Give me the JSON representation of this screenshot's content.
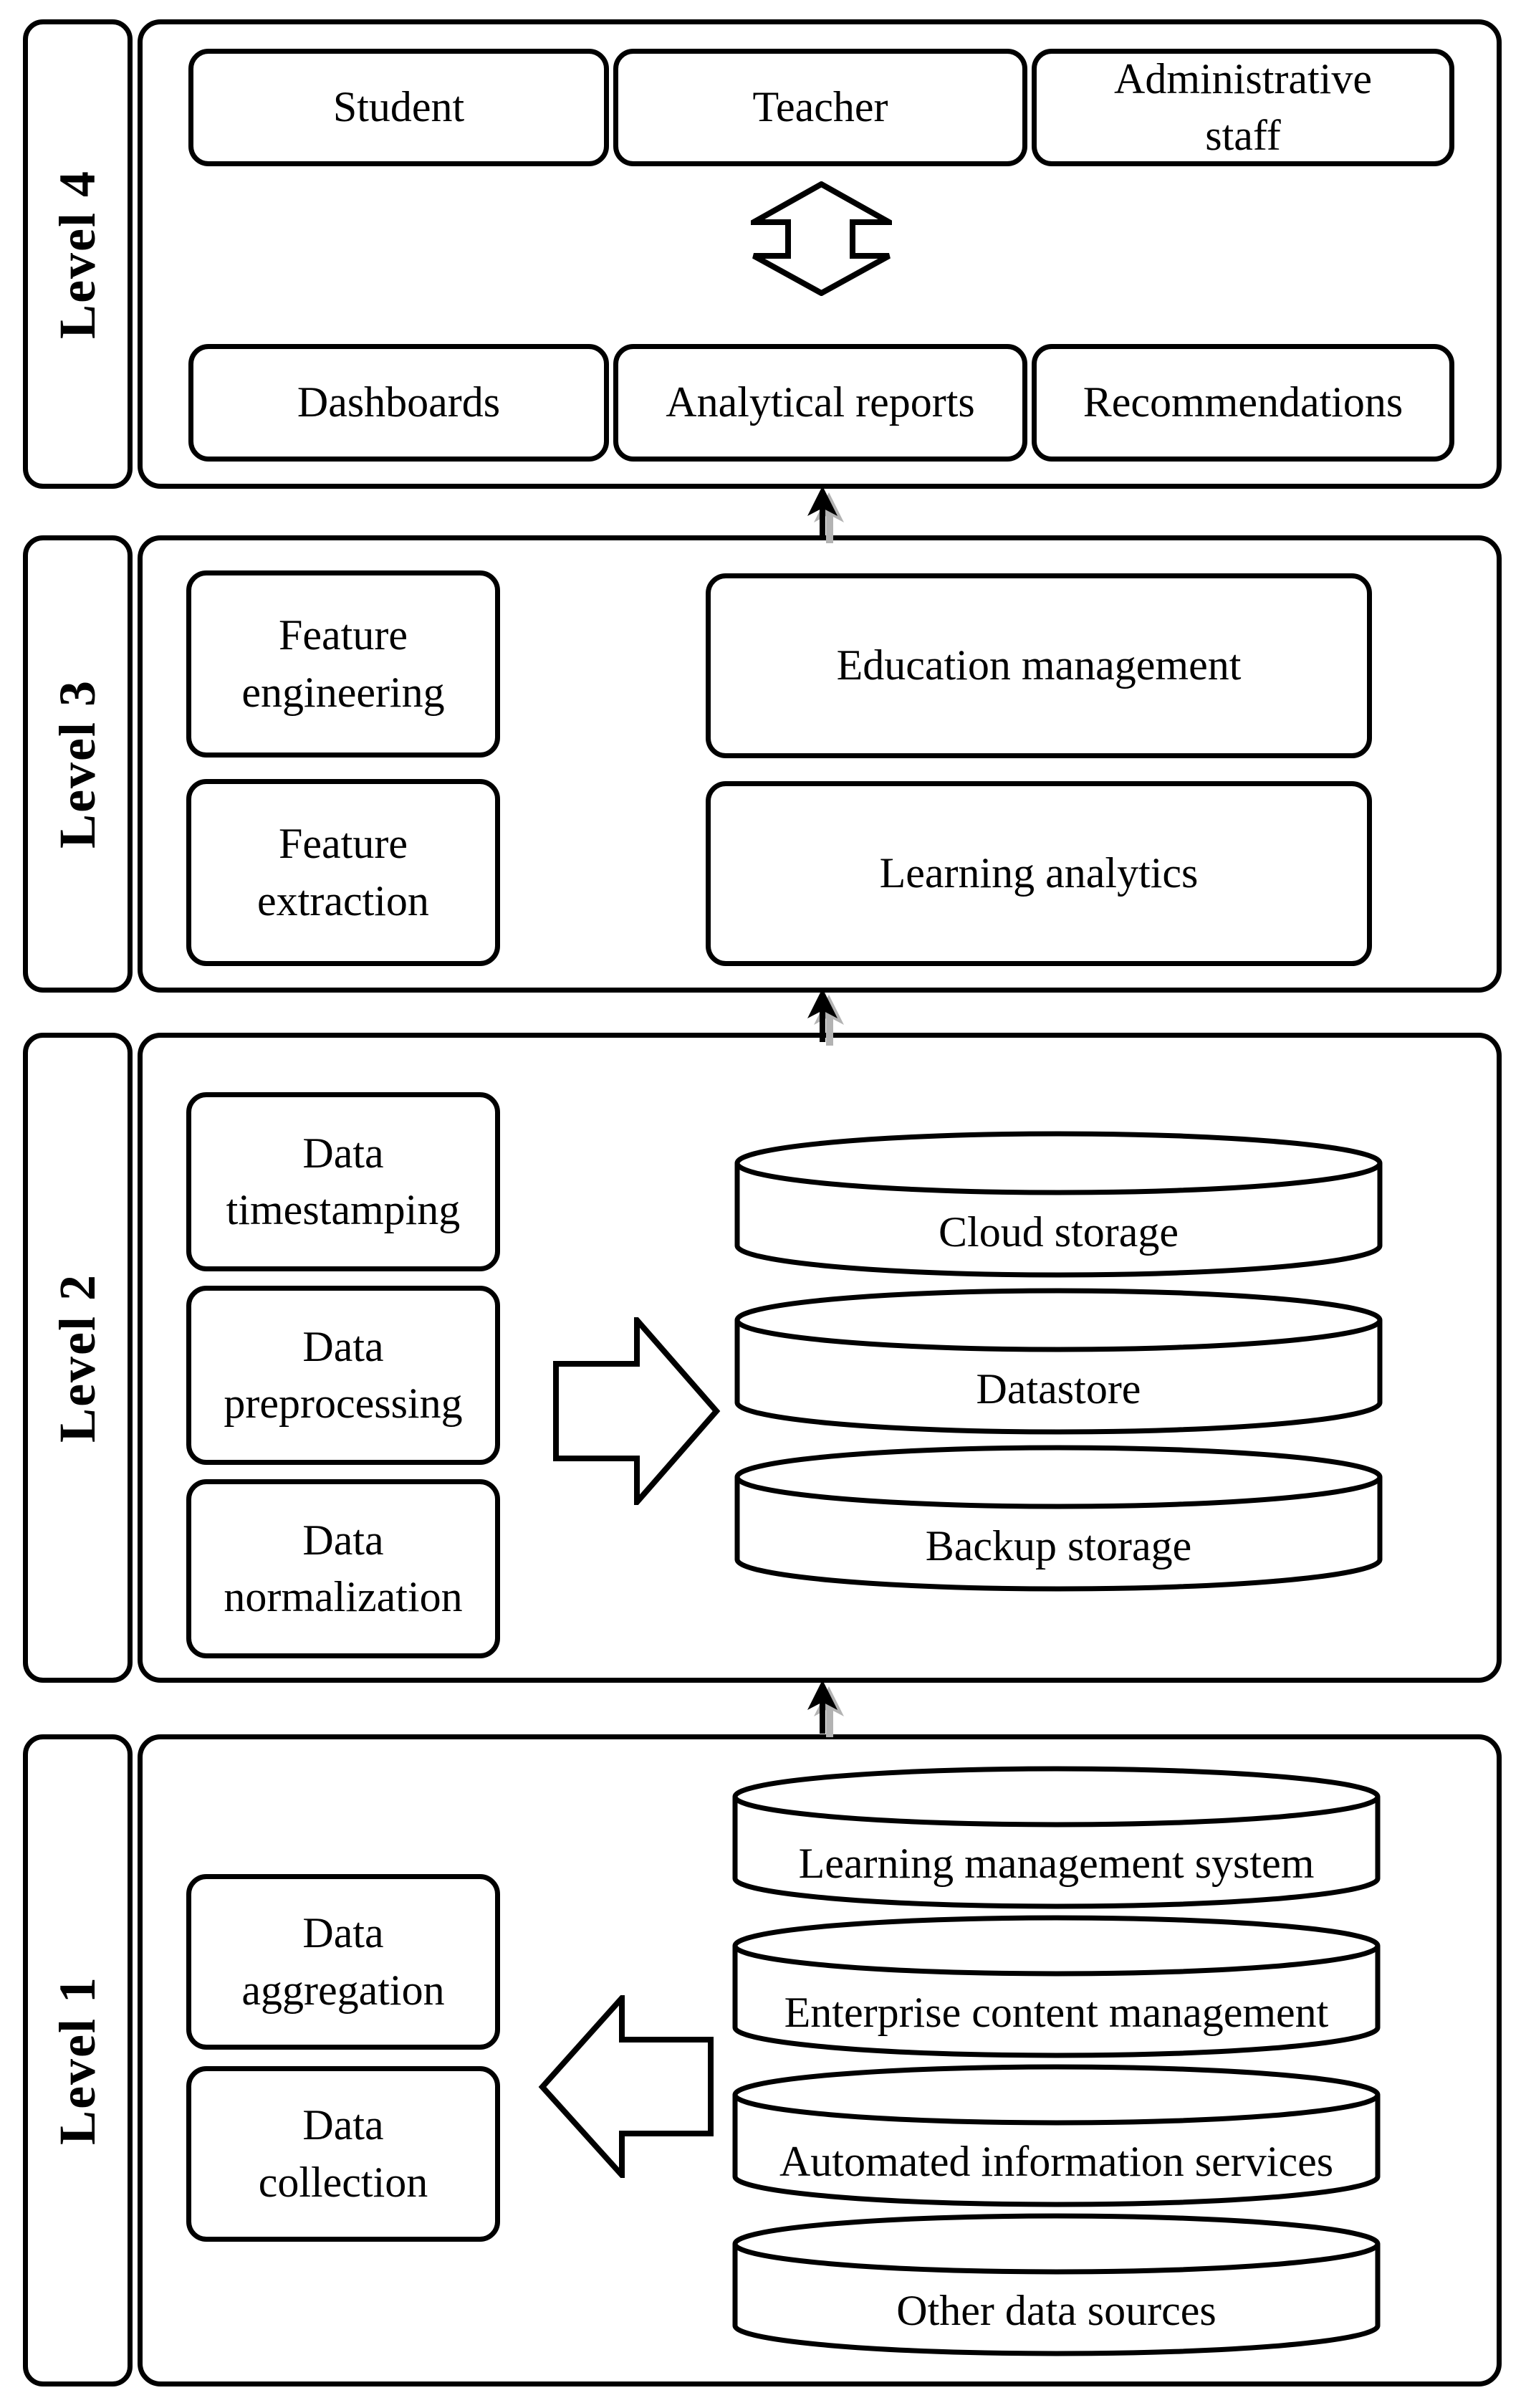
{
  "colors": {
    "stroke": "#000000",
    "fill": "#ffffff",
    "arrow_shadow": "#b3b3b3"
  },
  "level4": {
    "label": "Level 4",
    "users": [
      "Student",
      "Teacher",
      "Administrative\nstaff"
    ],
    "outputs": [
      "Dashboards",
      "Analytical reports",
      "Recommendations"
    ]
  },
  "level3": {
    "label": "Level 3",
    "left": [
      "Feature\nengineering",
      "Feature\nextraction"
    ],
    "right": [
      "Education management",
      "Learning analytics"
    ]
  },
  "level2": {
    "label": "Level 2",
    "left": [
      "Data\ntimestamping",
      "Data\npreprocessing",
      "Data\nnormalization"
    ],
    "storages": [
      "Cloud storage",
      "Datastore",
      "Backup storage"
    ]
  },
  "level1": {
    "label": "Level 1",
    "left": [
      "Data\naggregation",
      "Data\ncollection"
    ],
    "sources": [
      "Learning management system",
      "Enterprise content management",
      "Automated information services",
      "Other data sources"
    ]
  },
  "icons": {
    "between_levels": "up-arrow",
    "level4_center": "double-vertical-arrow",
    "level2_center": "right-block-arrow",
    "level1_center": "left-block-arrow",
    "storage_shape": "database-cylinder"
  }
}
